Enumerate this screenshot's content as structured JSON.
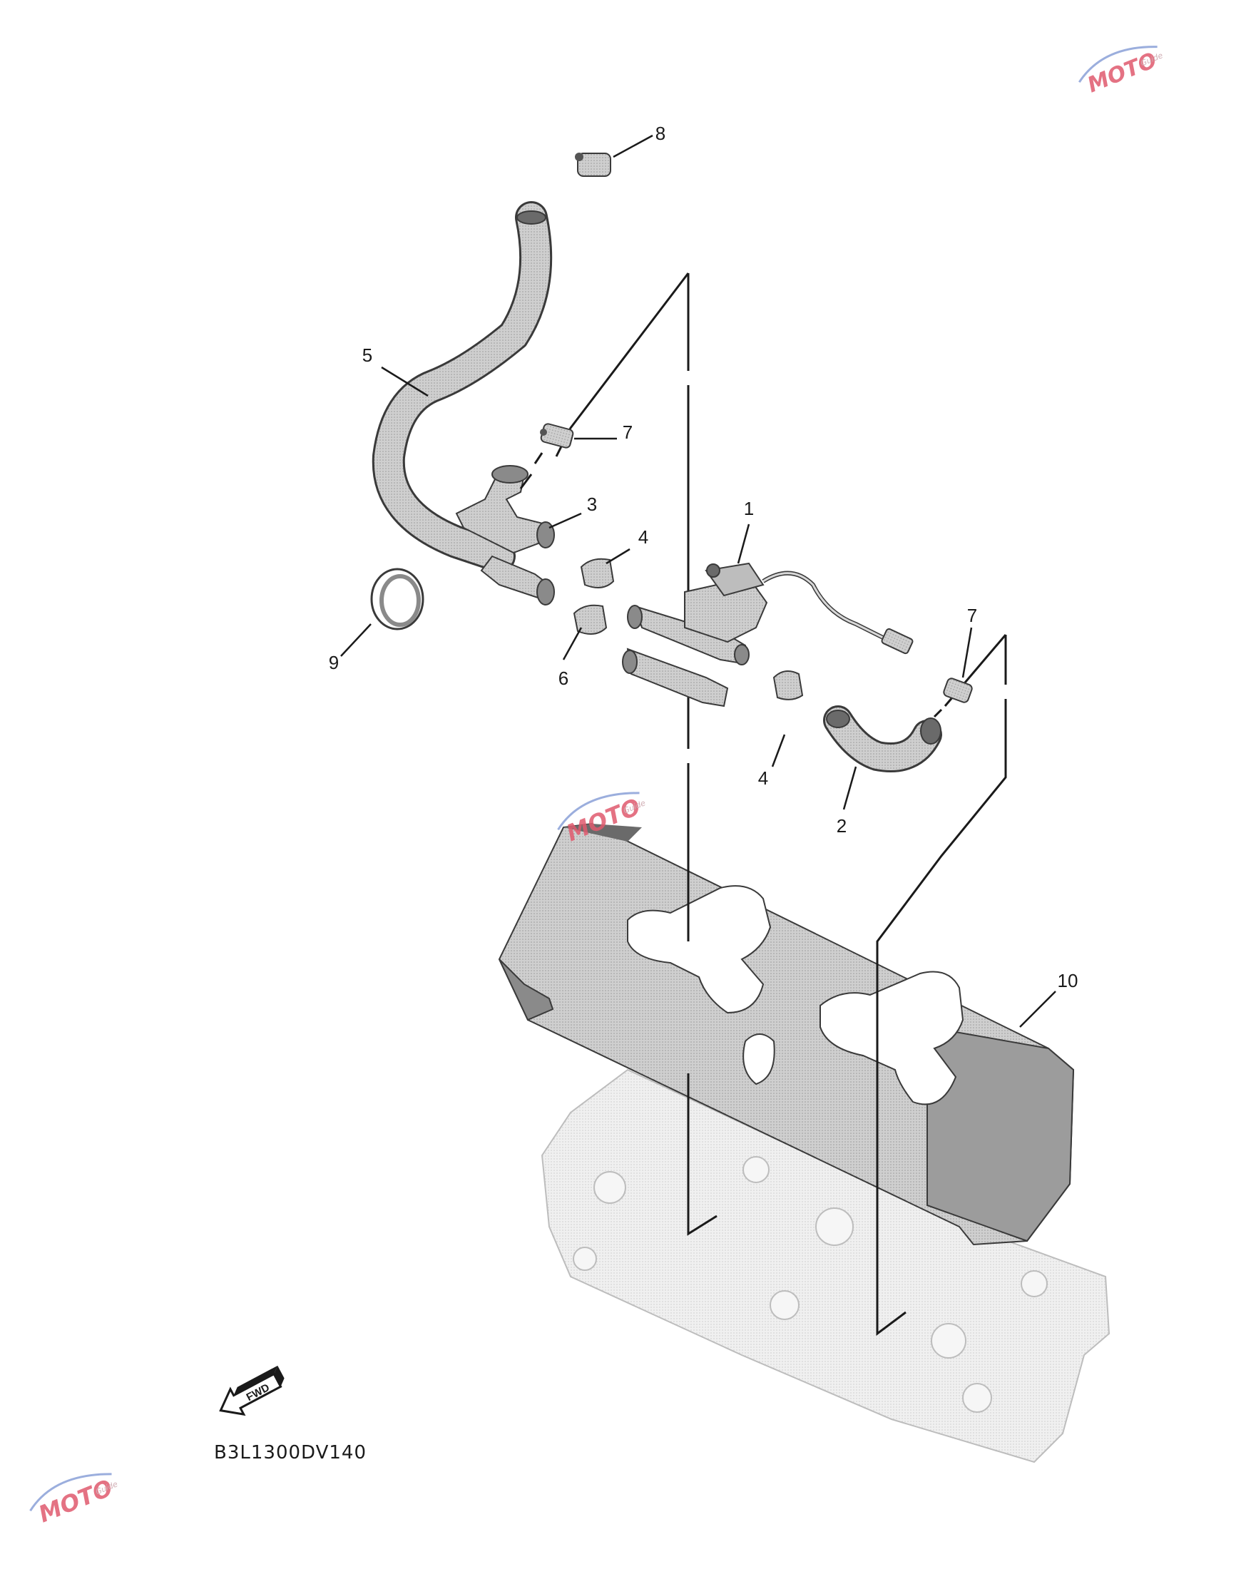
{
  "diagram": {
    "callouts": [
      {
        "id": "c1",
        "label": "1"
      },
      {
        "id": "c2",
        "label": "2"
      },
      {
        "id": "c3",
        "label": "3"
      },
      {
        "id": "c4a",
        "label": "4"
      },
      {
        "id": "c4b",
        "label": "4"
      },
      {
        "id": "c5",
        "label": "5"
      },
      {
        "id": "c6",
        "label": "6"
      },
      {
        "id": "c7a",
        "label": "7"
      },
      {
        "id": "c7b",
        "label": "7"
      },
      {
        "id": "c8",
        "label": "8"
      },
      {
        "id": "c9",
        "label": "9"
      },
      {
        "id": "c10",
        "label": "10"
      }
    ],
    "fwd_label": "FWD",
    "diagram_code": "B3L1300DV140"
  },
  "watermark": {
    "brand": "MOTO",
    "sub": "Guide"
  },
  "colors": {
    "part_fill": "#c9c9c9",
    "part_stroke": "#3a3a3a",
    "ghost_fill": "#ececec",
    "watermark": "#e05a6e"
  }
}
